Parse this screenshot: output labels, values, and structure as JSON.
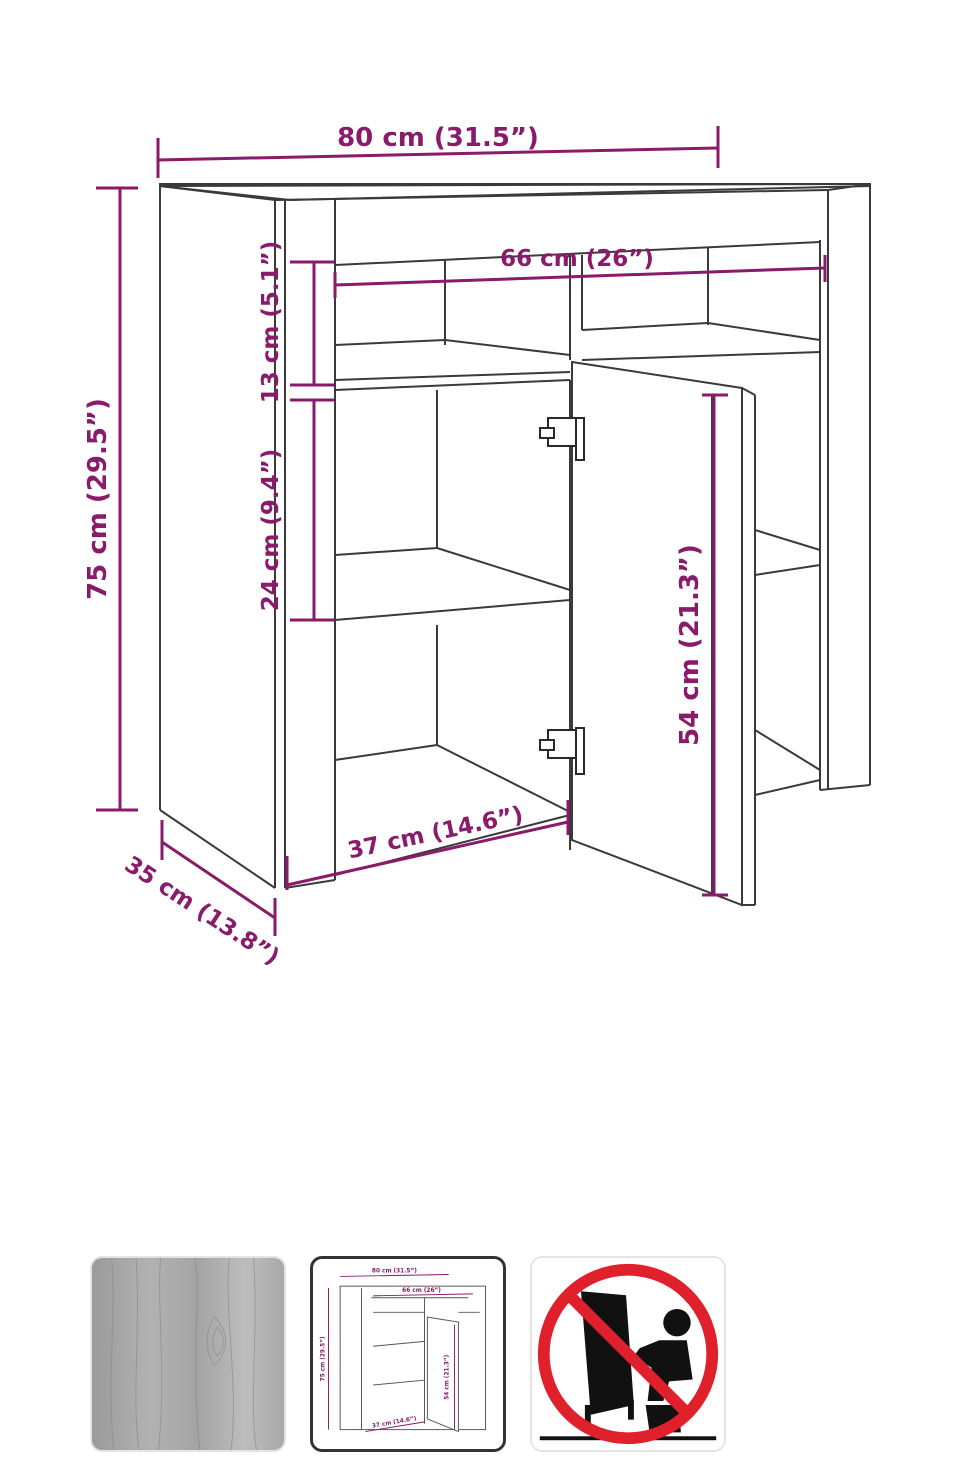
{
  "main_image": {
    "dimensions": {
      "width": "80 cm (31.5”)",
      "height": "75 cm (29.5”)",
      "depth": "35 cm (13.8”)",
      "inner_width": "66 cm (26”)",
      "top_shelf": "13 cm (5.1”)",
      "middle_shelf": "24 cm (9.4”)",
      "door_height": "54 cm (21.3”)",
      "door_width": "37 cm (14.6”)"
    }
  },
  "thumbnails": [
    {
      "name": "wood-texture-thumbnail",
      "selected": false
    },
    {
      "name": "dimensions-thumbnail",
      "selected": true,
      "labels": {
        "width": "80 cm (31.5”)",
        "inner_width": "66 cm (26”)",
        "height": "75 cm (29.5”)",
        "door_width": "37 cm (14.6”)",
        "door_height": "54 cm (21.3”)"
      }
    },
    {
      "name": "anti-tip-warning-thumbnail",
      "selected": false
    }
  ],
  "colors": {
    "dimension_line": "#8a1a6a",
    "warning_red": "#e0202a",
    "selected_border": "#333333"
  }
}
